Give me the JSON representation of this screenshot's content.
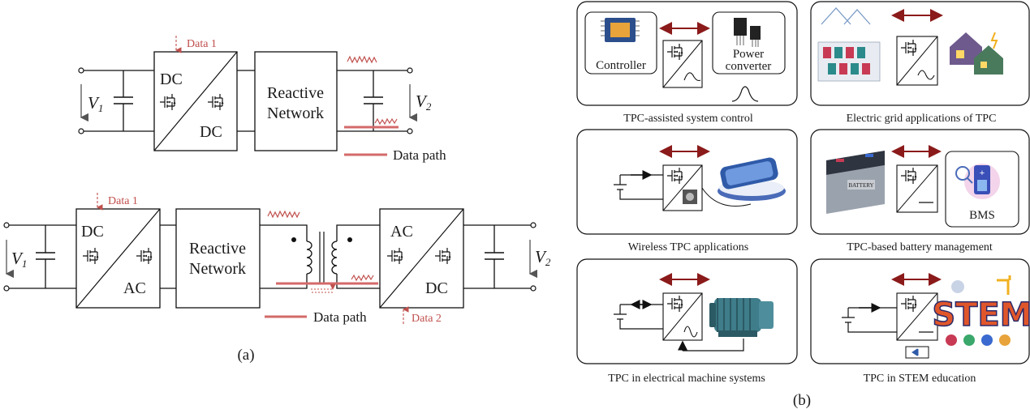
{
  "panel_a": {
    "top": {
      "data_in": "Data 1",
      "converter_top": "DC",
      "converter_bottom": "DC",
      "network_line1": "Reactive",
      "network_line2": "Network",
      "v_in": "V",
      "v_in_sub": "1",
      "v_out": "V",
      "v_out_sub": "2",
      "data_path": "Data path"
    },
    "bottom": {
      "data_in": "Data 1",
      "converter1_top": "DC",
      "converter1_bottom": "AC",
      "network_line1": "Reactive",
      "network_line2": "Network",
      "converter2_top": "AC",
      "converter2_bottom": "DC",
      "data_out": "Data 2",
      "v_in": "V",
      "v_in_sub": "1",
      "v_out": "V",
      "v_out_sub": "2",
      "data_path": "Data path"
    },
    "label": "(a)"
  },
  "panel_b": {
    "label": "(b)",
    "cards": [
      {
        "caption": "TPC-assisted system control",
        "text1": "Controller",
        "text2a": "Power",
        "text2b": "converter"
      },
      {
        "caption": "Electric grid applications of TPC"
      },
      {
        "caption": "Wireless TPC applications"
      },
      {
        "caption": "TPC-based battery management",
        "text1": "BMS",
        "battery_label": "BATTERY"
      },
      {
        "caption": "TPC in electrical machine systems"
      },
      {
        "caption": "TPC in STEM education",
        "logo_text": "STEM"
      }
    ]
  },
  "colors": {
    "data_red": "#c0504d",
    "arrow_dark_red": "#8b1a1a",
    "line": "#1a1a1a"
  }
}
